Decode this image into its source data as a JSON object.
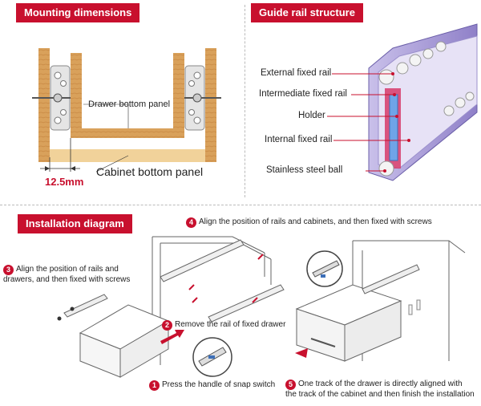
{
  "sections": {
    "mounting": "Mounting dimensions",
    "guide": "Guide rail structure",
    "installation": "Installation diagram"
  },
  "mounting": {
    "drawer_bottom": "Drawer bottom panel",
    "cabinet_bottom": "Cabinet bottom panel",
    "gap": "12.5mm"
  },
  "guide": {
    "labels": [
      "External fixed rail",
      "Intermediate fixed rail",
      "Holder",
      "Internal fixed rail",
      "Stainless steel ball"
    ]
  },
  "steps": [
    {
      "num": "1",
      "text": "Press the handle of snap switch"
    },
    {
      "num": "2",
      "text": "Remove the rail of fixed drawer"
    },
    {
      "num": "3",
      "text": "Align the position of rails and drawers, and then  fixed with screws"
    },
    {
      "num": "4",
      "text": "Align the position of rails and cabinets, and then  fixed with screws"
    },
    {
      "num": "5",
      "text": "One track of the drawer is directly aligned with the track of the cabinet and then finish the installation"
    }
  ],
  "colors": {
    "accent": "#c8102e",
    "wood": "#d9a15b",
    "wood_light": "#f1d29a",
    "rail_purple": "#a89ad6"
  }
}
